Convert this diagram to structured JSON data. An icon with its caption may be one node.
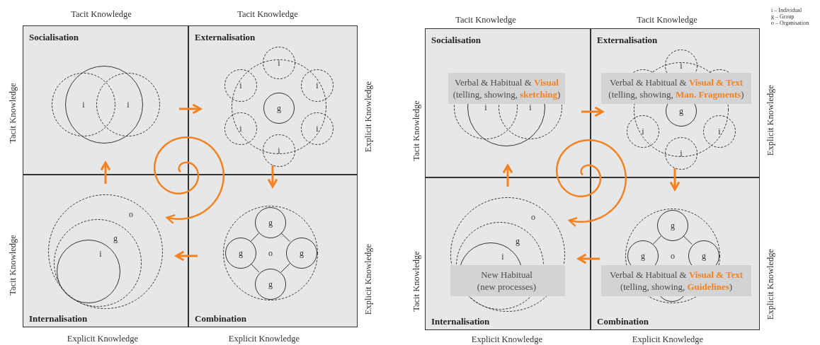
{
  "diagram": {
    "nodes": [
      {
        "text": [
          "Socialisation"
        ]
      },
      {
        "text": [
          "i"
        ],
        "in": 0
      },
      {
        "text": [
          "i"
        ],
        "in": 0
      },
      {
        "text": [],
        "shape": "circle",
        "in": 0
      },
      {
        "text": [
          "Externalisation"
        ]
      },
      {
        "text": [],
        "shape": "circle",
        "in": 4
      },
      {
        "text": [
          "i"
        ],
        "in": 4
      },
      {
        "text": [
          "i"
        ],
        "in": 4
      },
      {
        "text": [
          "i"
        ],
        "in": 4
      },
      {
        "text": [
          "g"
        ],
        "in": 5
      },
      {
        "text": [
          "i"
        ],
        "in": 4
      },
      {
        "text": [
          "i"
        ],
        "in": 4
      },
      {
        "text": [
          "i"
        ],
        "in": 4
      },
      {
        "text": [
          "Internalisation"
        ]
      },
      {
        "text": [
          "o"
        ],
        "in": 13
      },
      {
        "text": [
          "g"
        ],
        "in": 14
      },
      {
        "text": [
          "i"
        ],
        "in": 15
      },
      {
        "text": [
          "Combination"
        ]
      },
      {
        "text": [
          "o"
        ],
        "in": 17
      },
      {
        "text": [
          "g"
        ],
        "in": 18
      },
      {
        "text": [
          "g"
        ],
        "in": 18
      },
      {
        "text": [
          "g"
        ],
        "in": 18
      },
      {
        "text": [
          "g"
        ],
        "in": 18
      },
      {
        "text": [
          "Socialisation"
        ]
      },
      {
        "text": [
          "i"
        ],
        "in": 23
      },
      {
        "text": [
          "i"
        ],
        "in": 23
      },
      {
        "text": [],
        "shape": "circle",
        "in": 23
      },
      {
        "text": [
          "Verbal & Habitual & **Visual**",
          "(telling, showing, **sketching**)"
        ],
        "in": 23
      },
      {
        "text": [
          "Externalisation"
        ]
      },
      {
        "text": [],
        "shape": "circle",
        "in": 28
      },
      {
        "text": [
          "i"
        ],
        "in": 28
      },
      {
        "text": [],
        "shape": "circle",
        "in": 28
      },
      {
        "text": [],
        "shape": "circle",
        "in": 28
      },
      {
        "text": [
          "g"
        ],
        "in": 29
      },
      {
        "text": [
          "i"
        ],
        "in": 28
      },
      {
        "text": [
          "i"
        ],
        "in": 28
      },
      {
        "text": [
          "i"
        ],
        "in": 28
      },
      {
        "text": [
          "Verbal & Habitual & **Visual & Text**",
          "(telling, showing, **Man. Fragments**)"
        ],
        "in": 28
      },
      {
        "text": [
          "Internalisation"
        ]
      },
      {
        "text": [
          "o"
        ],
        "in": 38
      },
      {
        "text": [
          "g"
        ],
        "in": 39
      },
      {
        "text": [
          "i"
        ],
        "in": 40
      },
      {
        "text": [
          "New Habitual",
          "(new processes)"
        ],
        "in": 39
      },
      {
        "text": [
          "Combination"
        ]
      },
      {
        "text": [
          "o"
        ],
        "in": 43
      },
      {
        "text": [
          "g"
        ],
        "in": 44
      },
      {
        "text": [
          "g"
        ],
        "in": 44
      },
      {
        "text": [
          "g"
        ],
        "in": 44
      },
      {
        "text": [
          "Verbal & Habitual & **Visual & Text**",
          "(telling, showing, **Guidelines**)"
        ],
        "in": 43
      }
    ],
    "edges": [
      {
        "from": 0,
        "to": 4,
        "arrow": "to"
      },
      {
        "from": 4,
        "to": 17,
        "arrow": "to"
      },
      {
        "from": 17,
        "to": 13,
        "arrow": "to"
      },
      {
        "from": 13,
        "to": 0,
        "arrow": "to"
      },
      {
        "from": 19,
        "to": 20,
        "arrow": "none",
        "color": "#333333"
      },
      {
        "from": 19,
        "to": 21,
        "arrow": "none",
        "color": "#333333"
      },
      {
        "from": 20,
        "to": 22,
        "arrow": "none",
        "color": "#333333"
      },
      {
        "from": 21,
        "to": 22,
        "arrow": "none",
        "color": "#333333"
      },
      {
        "from": 23,
        "to": 28,
        "arrow": "to"
      },
      {
        "from": 28,
        "to": 43,
        "arrow": "to"
      },
      {
        "from": 43,
        "to": 38,
        "arrow": "to"
      },
      {
        "from": 38,
        "to": 23,
        "arrow": "to"
      },
      {
        "from": 45,
        "to": 46,
        "arrow": "none",
        "color": "#333333"
      },
      {
        "from": 45,
        "to": 47,
        "arrow": "none",
        "color": "#333333"
      },
      {
        "from": 0,
        "to": 14,
        "arrow": "to"
      },
      {
        "from": 23,
        "to": 39,
        "arrow": "to"
      }
    ],
    "labels": [
      "Tacit Knowledge",
      "Tacit Knowledge",
      "Tacit Knowledge",
      "Tacit Knowledge",
      "i – Individual",
      "g – Group",
      "o – Organisation",
      "Tacit Knowledge",
      "Explicit Knowledge",
      "Tacit Knowledge",
      "Explicit Knowledge",
      "Tacit Knowledge",
      "Explicit Knowledge",
      "Tacit Knowledge",
      "Explicit Knowledge",
      "Explicit Knowledge",
      "Explicit Knowledge",
      "Explicit Knowledge",
      "Explicit Knowledge"
    ]
  }
}
